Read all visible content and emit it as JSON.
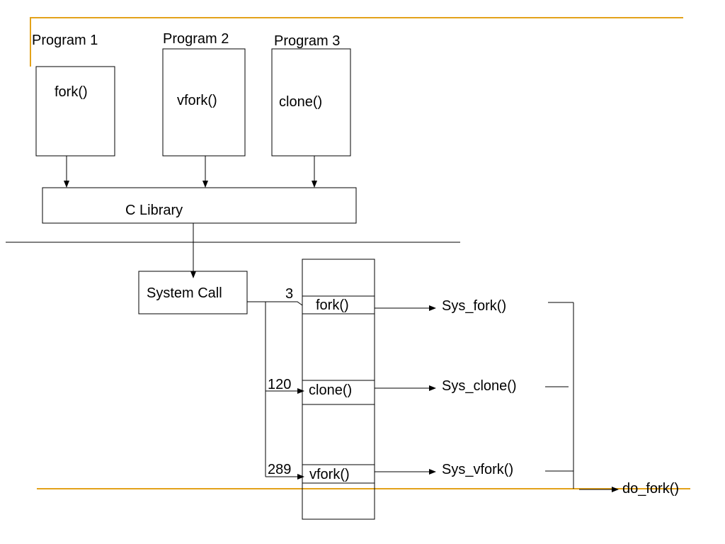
{
  "programs": [
    {
      "title": "Program 1",
      "call": "fork()"
    },
    {
      "title": "Program 2",
      "call": "vfork()"
    },
    {
      "title": "Program 3",
      "call": "clone()"
    }
  ],
  "c_library": "C Library",
  "system_call": "System Call",
  "table_entries": [
    {
      "number": "3",
      "name": "fork()",
      "handler": "Sys_fork()"
    },
    {
      "number": "120",
      "name": "clone()",
      "handler": "Sys_clone()"
    },
    {
      "number": "289",
      "name": "vfork()",
      "handler": "Sys_vfork()"
    }
  ],
  "target": "do_fork()",
  "colors": {
    "accent": "#E3A21A",
    "line": "#000000"
  }
}
